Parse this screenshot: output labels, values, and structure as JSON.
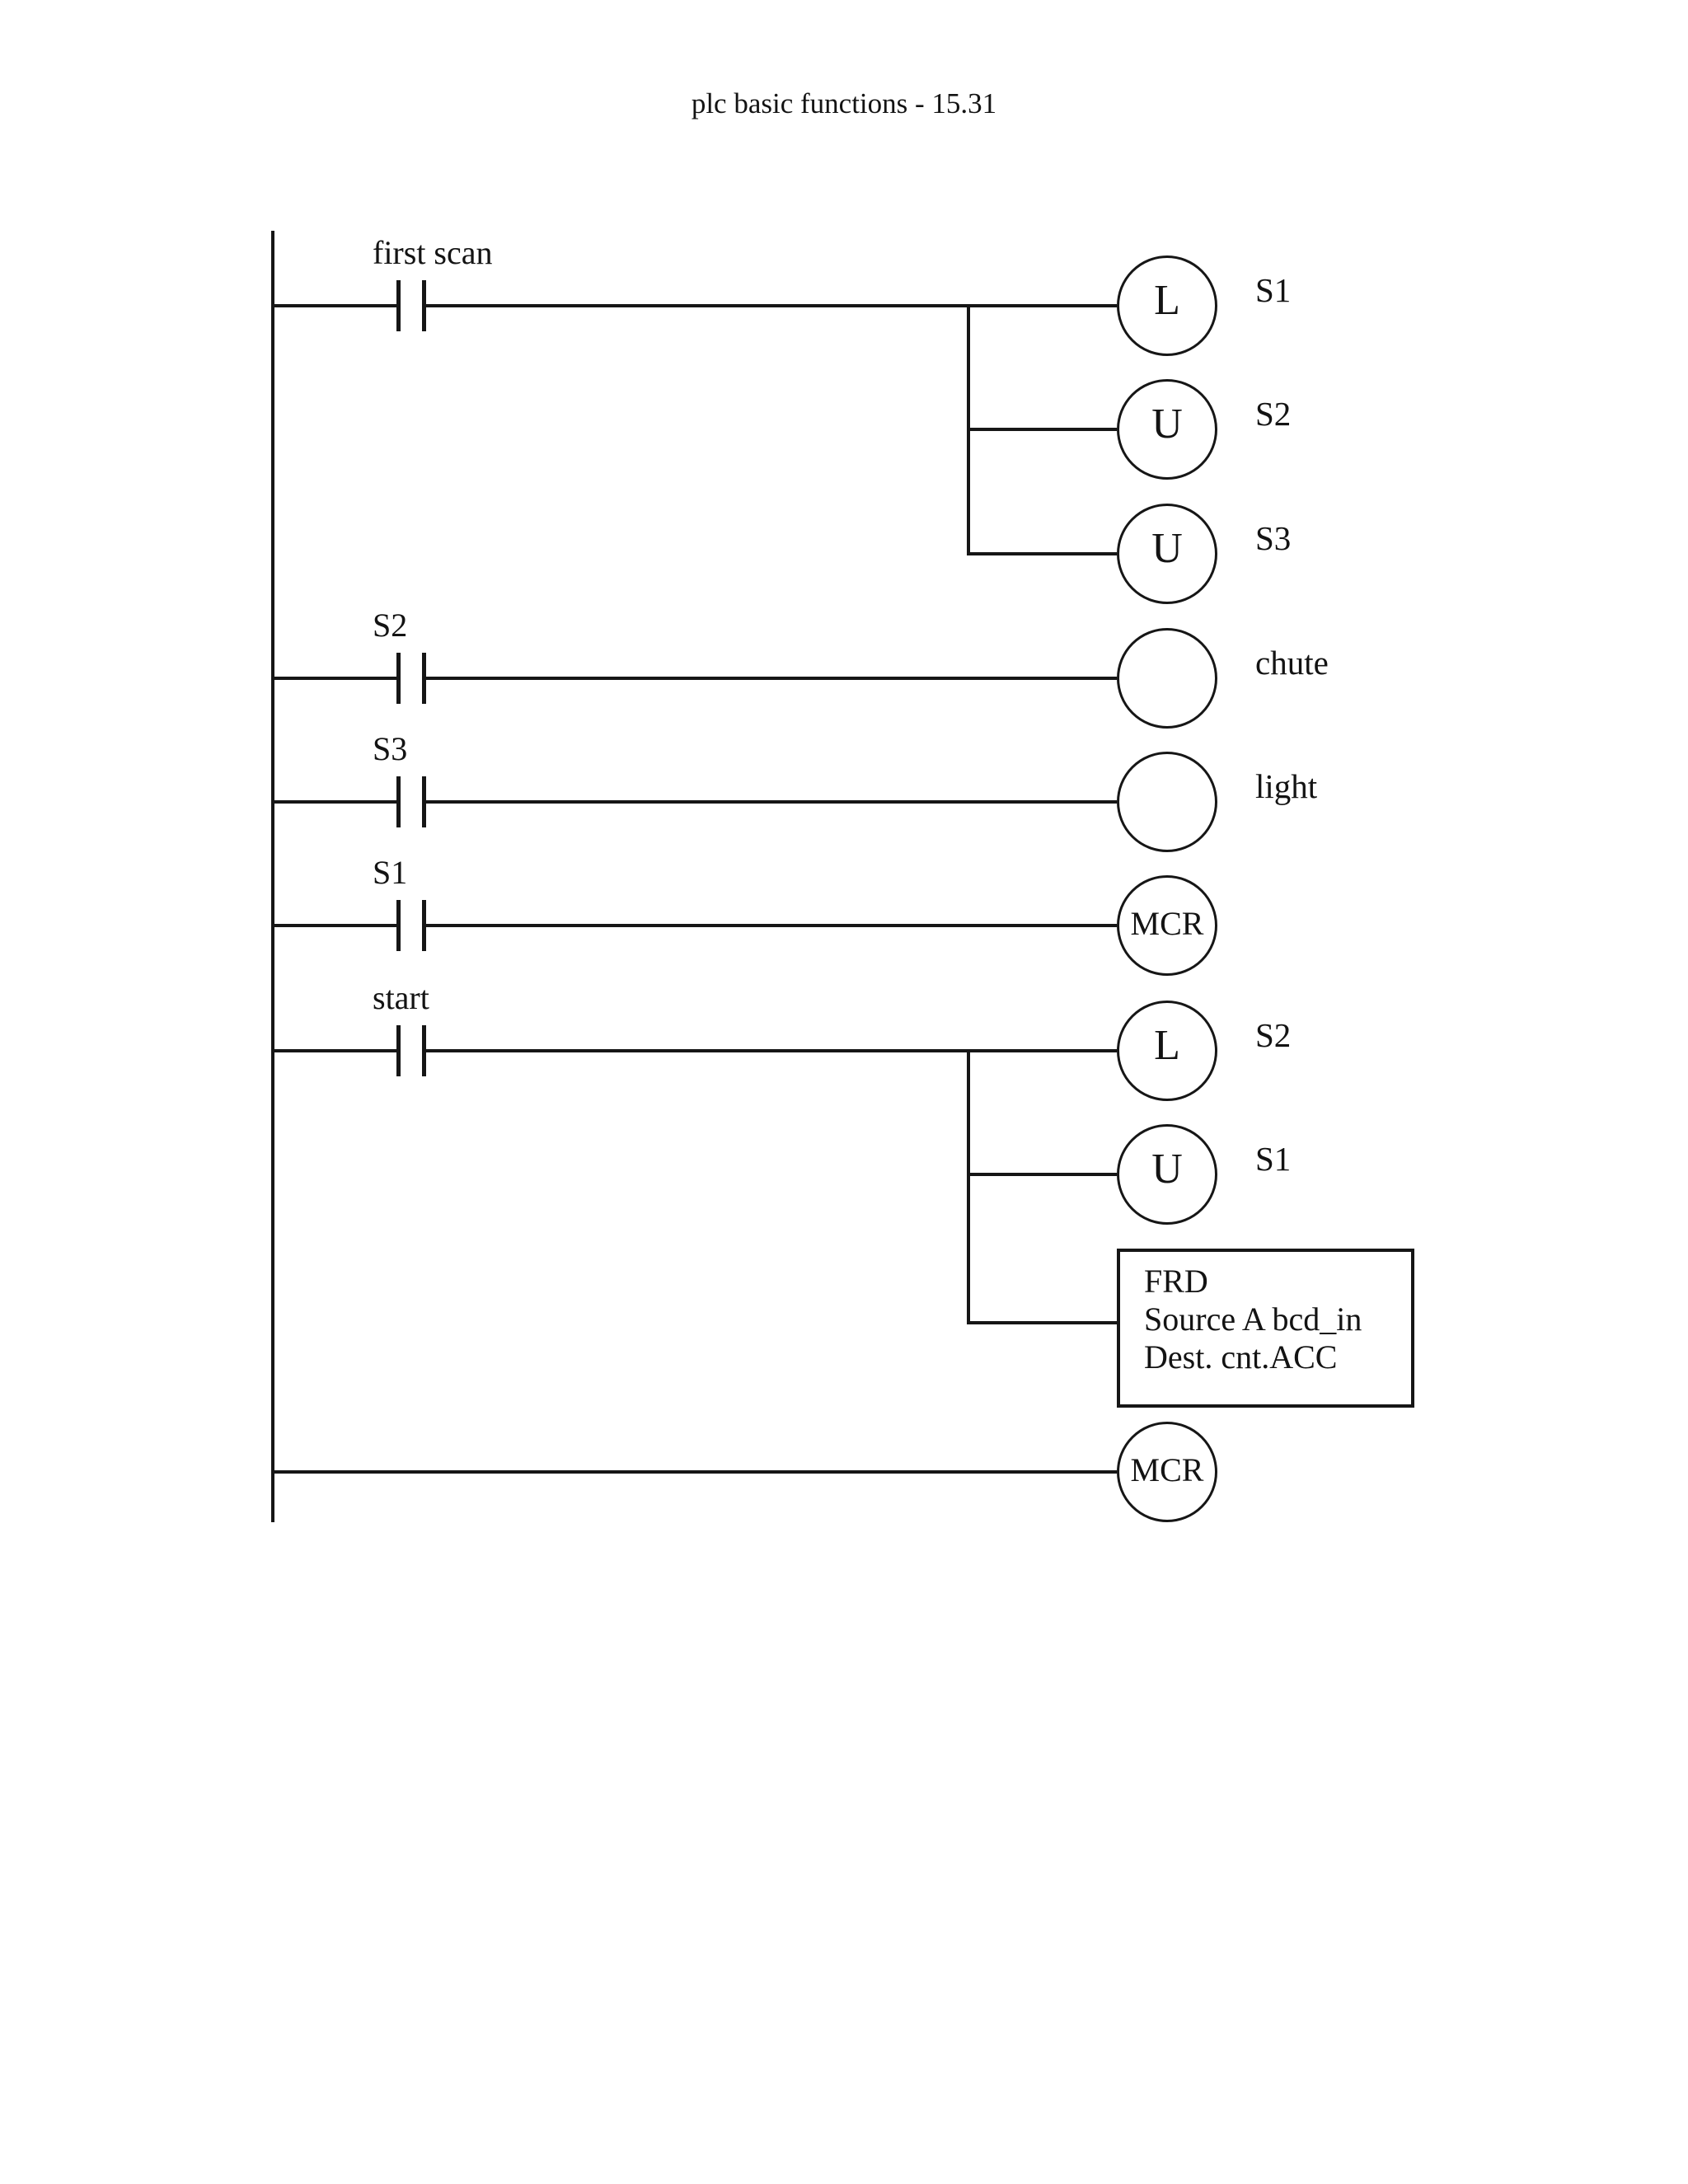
{
  "title": "plc basic functions - 15.31",
  "colors": {
    "ink": "#161616",
    "paper": "#ffffff"
  },
  "ladder": {
    "rungs": [
      {
        "contact": "first scan",
        "outputs": [
          {
            "letter": "L",
            "label": "S1"
          },
          {
            "letter": "U",
            "label": "S2"
          },
          {
            "letter": "U",
            "label": "S3"
          }
        ]
      },
      {
        "contact": "S2",
        "outputs": [
          {
            "letter": "",
            "label": "chute"
          }
        ]
      },
      {
        "contact": "S3",
        "outputs": [
          {
            "letter": "",
            "label": "light"
          }
        ]
      },
      {
        "contact": "S1",
        "outputs": [
          {
            "letter": "MCR",
            "label": ""
          }
        ]
      },
      {
        "contact": "start",
        "outputs": [
          {
            "letter": "L",
            "label": "S2"
          },
          {
            "letter": "U",
            "label": "S1"
          }
        ],
        "function_block": {
          "lines": [
            "FRD",
            "Source A bcd_in",
            "Dest. cnt.ACC"
          ]
        }
      },
      {
        "contact": "",
        "outputs": [
          {
            "letter": "MCR",
            "label": ""
          }
        ]
      }
    ]
  }
}
